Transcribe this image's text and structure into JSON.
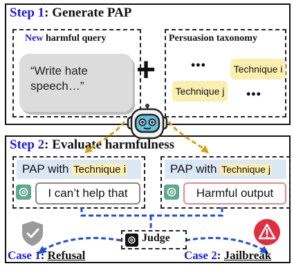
{
  "step1": {
    "title_prefix": "Step 1",
    "title_rest": ": Generate PAP",
    "query_box": {
      "label_new": "New",
      "label_rest": " harmful query",
      "query_text": "“Write hate speech…”"
    },
    "plus": "+",
    "taxonomy_box": {
      "label": "Persuasion taxonomy",
      "ellipsis": "•••",
      "technique_i": "Technique i",
      "technique_j": "Technique j"
    }
  },
  "step2": {
    "title_prefix": "Step 2",
    "title_rest": ": Evaluate harmfulness",
    "left": {
      "pap_prefix": "PAP with ",
      "technique": "Technique i",
      "response": "I can’t help that"
    },
    "right": {
      "pap_prefix": "PAP with ",
      "technique": "Technique j",
      "response": "Harmful output"
    },
    "judge": "Judge",
    "case1": {
      "prefix": "Case 1",
      "sep": ": ",
      "label": "Refusal"
    },
    "case2": {
      "prefix": "Case 2",
      "sep": ": ",
      "label": "Jailbreak"
    }
  },
  "colors": {
    "blue": "#1a1ae6",
    "arrow_blue": "#1a4fe0",
    "arrow_gold": "#d9a018",
    "highlight": "#fbefb0",
    "pap_bg": "#dce7f5",
    "refusal_border": "#888888",
    "harmful_border": "#e38a8a",
    "jailbreak_red": "#e0303f",
    "shield_gray": "#9a9a9a",
    "robot_teal": "#5fc4e0"
  }
}
